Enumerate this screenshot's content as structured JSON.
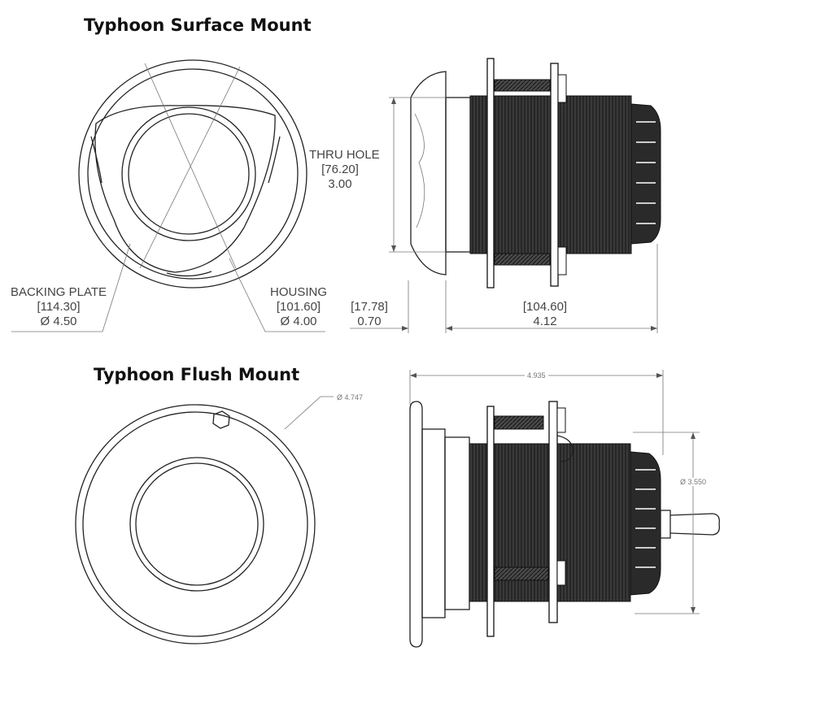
{
  "surface": {
    "title": "Typhoon Surface Mount",
    "backing_plate": {
      "label": "BACKING PLATE",
      "mm": "[114.30]",
      "inch": "Ø 4.50"
    },
    "housing": {
      "label": "HOUSING",
      "mm": "[101.60]",
      "inch": "Ø 4.00"
    },
    "thru_hole": {
      "label": "THRU HOLE",
      "mm": "[76.20]",
      "inch": "3.00"
    },
    "flange_height": {
      "mm": "[17.78]",
      "inch": "0.70"
    },
    "body_length": {
      "mm": "[104.60]",
      "inch": "4.12"
    }
  },
  "flush": {
    "title": "Typhoon Flush Mount",
    "flange_diameter": "Ø 4.747",
    "overall_length": "4.935",
    "body_diameter": "Ø 3.550"
  }
}
